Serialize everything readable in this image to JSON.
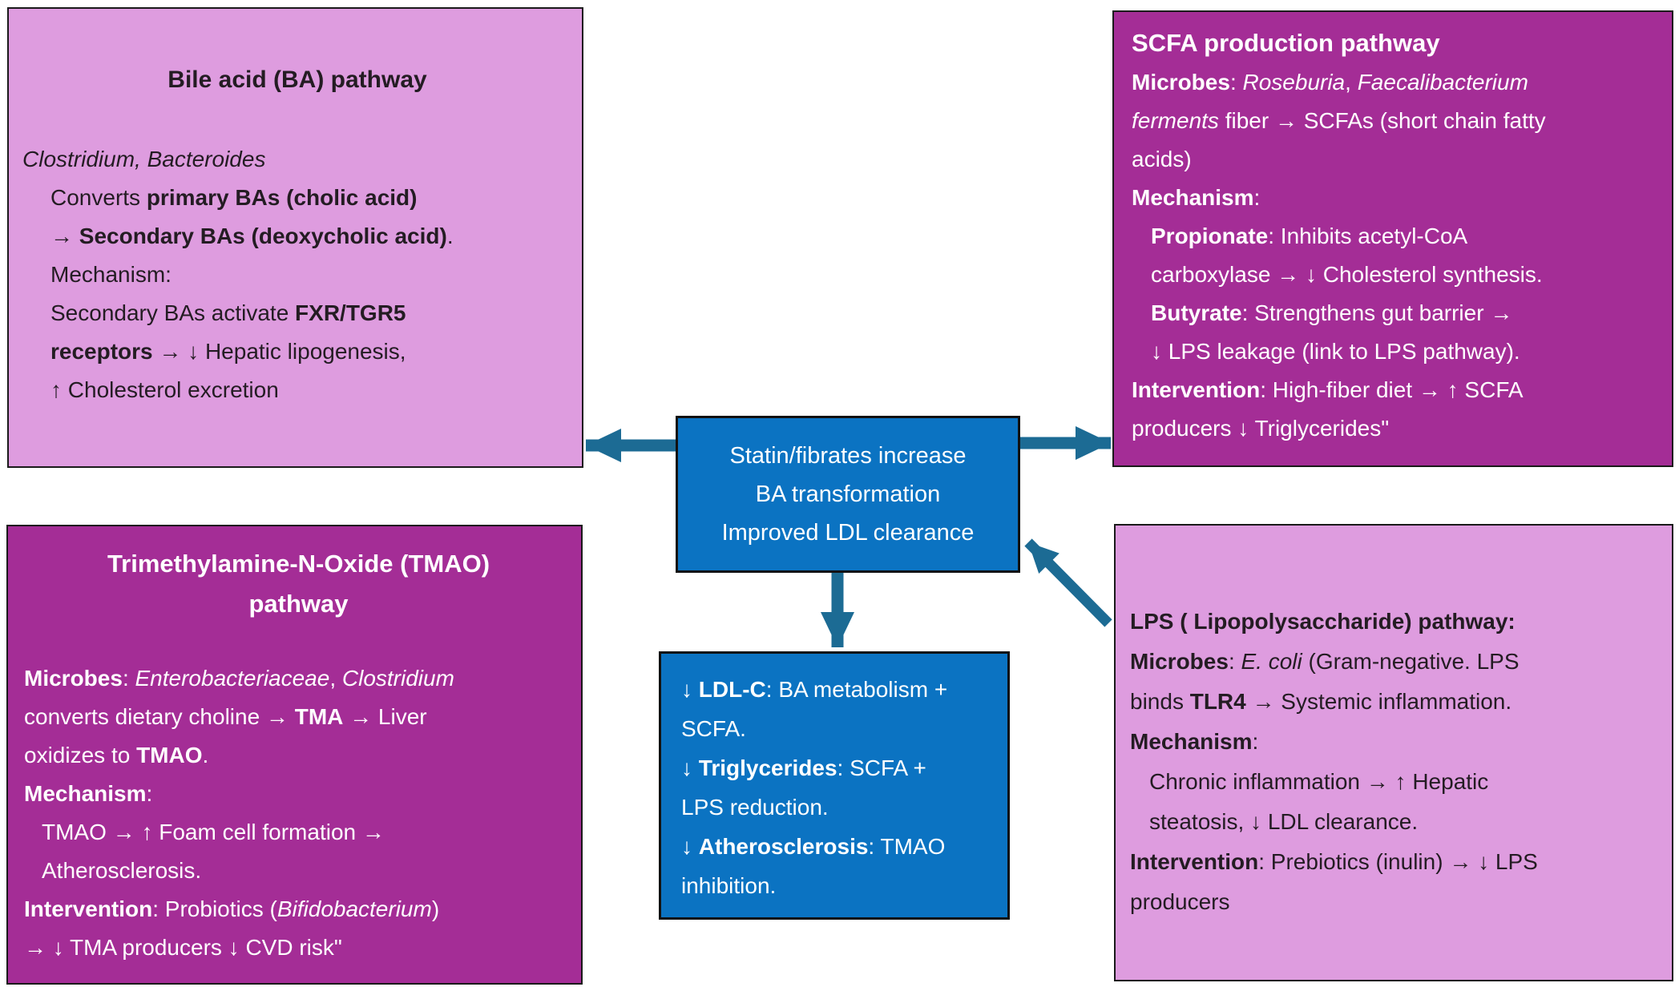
{
  "colors": {
    "pink": "#de9cdf",
    "magenta": "#a42d96",
    "blue": "#0b73c2",
    "arrow": "#1c6b94",
    "border": "#1a1a1a",
    "text_dark": "#241c23",
    "text_light": "#ffffff"
  },
  "boxes": {
    "bile_acid": {
      "title": "Bile acid (BA) pathway",
      "lines": [
        {
          "runs": [
            {
              "t": "Clostridium, Bacteroides",
              "i": true
            }
          ]
        },
        {
          "indent": true,
          "runs": [
            {
              "t": "Converts "
            },
            {
              "t": "primary BAs (cholic acid)",
              "b": true
            }
          ]
        },
        {
          "indent": true,
          "runs": [
            {
              "t": "→ "
            },
            {
              "t": "Secondary BAs (deoxycholic acid)",
              "b": true
            },
            {
              "t": "."
            }
          ]
        },
        {
          "indent": true,
          "runs": [
            {
              "t": "Mechanism:"
            }
          ]
        },
        {
          "indent": true,
          "runs": [
            {
              "t": "Secondary BAs activate "
            },
            {
              "t": "FXR/TGR5",
              "b": true
            }
          ]
        },
        {
          "indent": true,
          "runs": [
            {
              "t": "receptors",
              "b": true
            },
            {
              "t": " → ↓ Hepatic lipogenesis,"
            }
          ]
        },
        {
          "indent": true,
          "runs": [
            {
              "t": "↑ Cholesterol excretion"
            }
          ]
        }
      ]
    },
    "scfa": {
      "title": "SCFA production pathway",
      "lines": [
        {
          "runs": [
            {
              "t": "Microbes",
              "b": true
            },
            {
              "t": ": "
            },
            {
              "t": "Roseburia",
              "i": true
            },
            {
              "t": ", "
            },
            {
              "t": "Faecalibacterium",
              "i": true
            }
          ]
        },
        {
          "runs": [
            {
              "t": "ferments",
              "i": true
            },
            {
              "t": " fiber → SCFAs (short chain fatty"
            }
          ]
        },
        {
          "runs": [
            {
              "t": "acids)"
            }
          ]
        },
        {
          "runs": [
            {
              "t": "Mechanism",
              "b": true
            },
            {
              "t": ":"
            }
          ]
        },
        {
          "indent": true,
          "runs": [
            {
              "t": "Propionate",
              "b": true
            },
            {
              "t": ": Inhibits acetyl-CoA"
            }
          ]
        },
        {
          "indent": true,
          "runs": [
            {
              "t": "carboxylase → ↓ Cholesterol synthesis."
            }
          ]
        },
        {
          "indent": true,
          "runs": [
            {
              "t": "Butyrate",
              "b": true
            },
            {
              "t": ": Strengthens gut barrier →"
            }
          ]
        },
        {
          "indent": true,
          "runs": [
            {
              "t": "↓ LPS leakage (link to LPS pathway)."
            }
          ]
        },
        {
          "runs": [
            {
              "t": "Intervention",
              "b": true
            },
            {
              "t": ": High-fiber diet → ↑ SCFA"
            }
          ]
        },
        {
          "runs": [
            {
              "t": "producers ↓ Triglycerides\""
            }
          ]
        }
      ]
    },
    "tmao": {
      "title_lines": [
        {
          "runs": [
            {
              "t": "Trimethylamine-N-Oxide (TMAO)",
              "b": true
            }
          ]
        },
        {
          "runs": [
            {
              "t": "pathway",
              "b": true
            }
          ]
        }
      ],
      "lines": [
        {
          "runs": [
            {
              "t": "Microbes",
              "b": true
            },
            {
              "t": ": "
            },
            {
              "t": "Enterobacteriaceae",
              "i": true
            },
            {
              "t": ", "
            },
            {
              "t": "Clostridium",
              "i": true
            }
          ]
        },
        {
          "runs": [
            {
              "t": "converts dietary choline → "
            },
            {
              "t": "TMA",
              "b": true
            },
            {
              "t": " → Liver"
            }
          ]
        },
        {
          "runs": [
            {
              "t": "oxidizes to "
            },
            {
              "t": "TMAO",
              "b": true
            },
            {
              "t": "."
            }
          ]
        },
        {
          "runs": [
            {
              "t": "Mechanism",
              "b": true
            },
            {
              "t": ":"
            }
          ]
        },
        {
          "indent": true,
          "runs": [
            {
              "t": "TMAO → ↑ Foam cell formation →"
            }
          ]
        },
        {
          "indent": true,
          "runs": [
            {
              "t": "Atherosclerosis."
            }
          ]
        },
        {
          "runs": [
            {
              "t": "Intervention",
              "b": true
            },
            {
              "t": ": Probiotics ("
            },
            {
              "t": "Bifidobacterium",
              "i": true
            },
            {
              "t": ")"
            }
          ]
        },
        {
          "runs": [
            {
              "t": "→ ↓ TMA producers ↓ CVD risk\""
            }
          ]
        }
      ]
    },
    "lps": {
      "lines": [
        {
          "runs": [
            {
              "t": "LPS ( Lipopolysaccharide) pathway:",
              "b": true
            }
          ]
        },
        {
          "runs": [
            {
              "t": "Microbes",
              "b": true
            },
            {
              "t": ": "
            },
            {
              "t": "E. coli",
              "i": true
            },
            {
              "t": " (Gram-negative. LPS"
            }
          ]
        },
        {
          "runs": [
            {
              "t": "binds "
            },
            {
              "t": "TLR4",
              "b": true
            },
            {
              "t": " → Systemic inflammation."
            }
          ]
        },
        {
          "runs": [
            {
              "t": "Mechanism",
              "b": true
            },
            {
              "t": ":"
            }
          ]
        },
        {
          "indent": true,
          "runs": [
            {
              "t": "Chronic inflammation → ↑ Hepatic"
            }
          ]
        },
        {
          "indent": true,
          "runs": [
            {
              "t": "steatosis, ↓ LDL clearance."
            }
          ]
        },
        {
          "runs": [
            {
              "t": "Intervention",
              "b": true
            },
            {
              "t": ": Prebiotics (inulin) → ↓ LPS"
            }
          ]
        },
        {
          "runs": [
            {
              "t": "producers"
            }
          ]
        }
      ]
    },
    "statin": {
      "lines": [
        {
          "runs": [
            {
              "t": "Statin/fibrates increase"
            }
          ]
        },
        {
          "runs": [
            {
              "t": "BA transformation"
            }
          ]
        },
        {
          "runs": [
            {
              "t": "Improved LDL clearance"
            }
          ]
        }
      ]
    },
    "outcomes": {
      "lines": [
        {
          "runs": [
            {
              "t": "↓ "
            },
            {
              "t": "LDL-C",
              "b": true
            },
            {
              "t": ": BA metabolism +"
            }
          ]
        },
        {
          "runs": [
            {
              "t": "SCFA."
            }
          ]
        },
        {
          "runs": [
            {
              "t": "↓ "
            },
            {
              "t": "Triglycerides",
              "b": true
            },
            {
              "t": ": SCFA +"
            }
          ]
        },
        {
          "runs": [
            {
              "t": "LPS reduction."
            }
          ]
        },
        {
          "runs": [
            {
              "t": "↓ "
            },
            {
              "t": "Atherosclerosis",
              "b": true
            },
            {
              "t": ": TMAO"
            }
          ]
        },
        {
          "runs": [
            {
              "t": "inhibition."
            }
          ]
        }
      ]
    }
  },
  "arrows": [
    {
      "name": "arrow-statin-to-bile-acid",
      "from": "statin-box",
      "to": "bile-acid-box",
      "direction": "left"
    },
    {
      "name": "arrow-statin-to-scfa",
      "from": "statin-box",
      "to": "scfa-box",
      "direction": "right"
    },
    {
      "name": "arrow-statin-to-outcomes",
      "from": "statin-box",
      "to": "outcomes-box",
      "direction": "down"
    },
    {
      "name": "arrow-lps-to-statin",
      "from": "lps-box",
      "to": "statin-box",
      "direction": "up-left"
    }
  ]
}
